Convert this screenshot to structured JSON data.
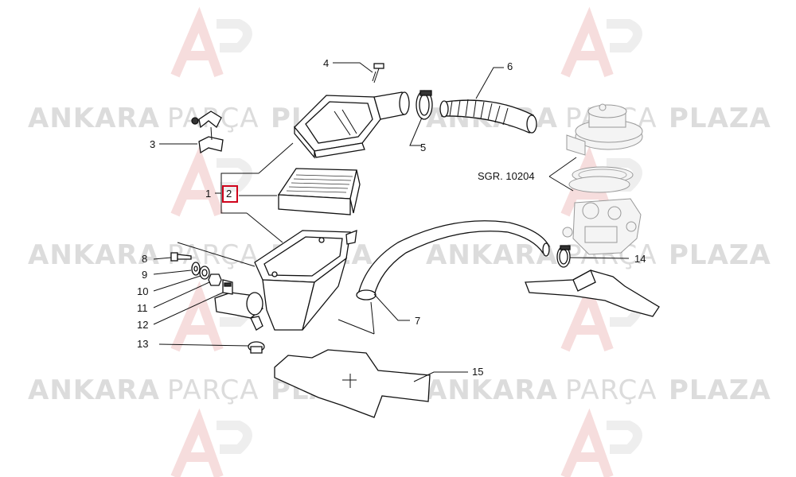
{
  "watermark": {
    "word1": "ANKARA",
    "word2": "PARÇA",
    "word3": "PLAZA"
  },
  "callouts": {
    "c1": "1",
    "c2": "2",
    "c3": "3",
    "c4": "4",
    "c5": "5",
    "c6": "6",
    "c7": "7",
    "c8": "8",
    "c9": "9",
    "c10": "10",
    "c11": "11",
    "c12": "12",
    "c13": "13",
    "c14": "14",
    "c15": "15"
  },
  "reference_label": "SGR. 10204",
  "highlight_color": "#d0021b"
}
